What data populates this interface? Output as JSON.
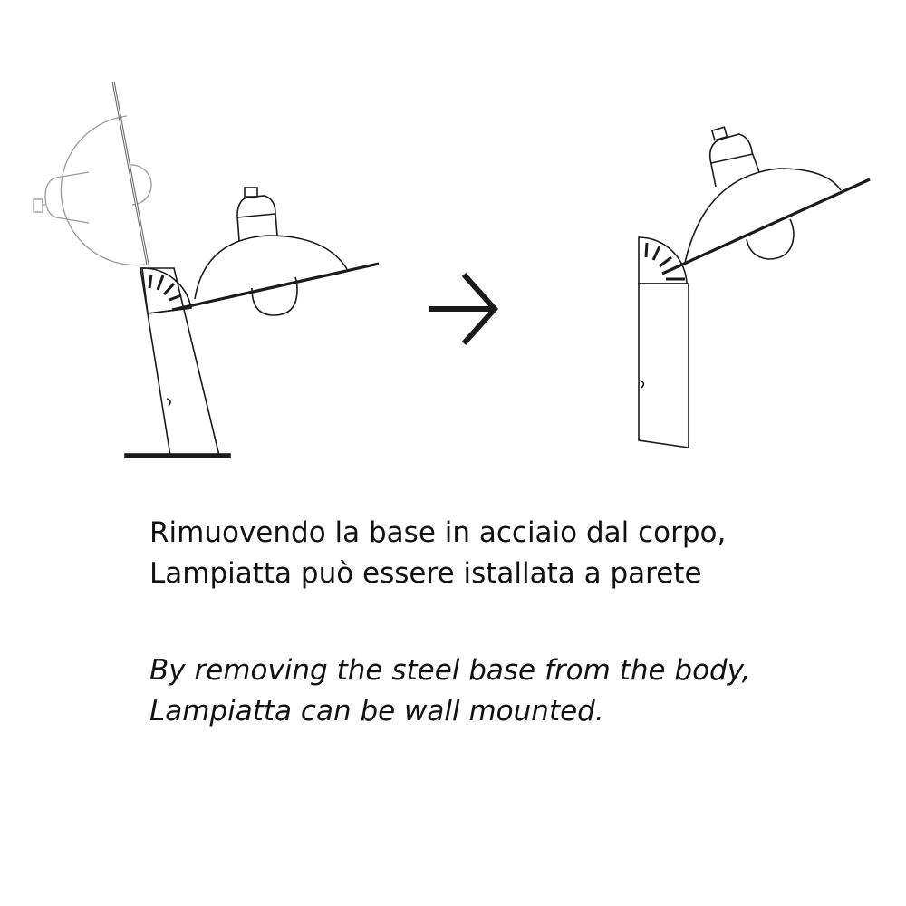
{
  "caption": {
    "italian": [
      "Rimuovendo la base in acciaio dal corpo,",
      "Lampiatta può essere istallata a parete"
    ],
    "english": [
      "By removing the steel base from the body,",
      "Lampiatta can be wall mounted."
    ]
  },
  "diagram": {
    "left_figure": "lamp-with-steel-base",
    "right_figure": "lamp-wall-mounted",
    "arrow_icon": "right-arrow-icon",
    "line_color": "#1a1a1a",
    "ghost_color": "#9a9a9a"
  }
}
